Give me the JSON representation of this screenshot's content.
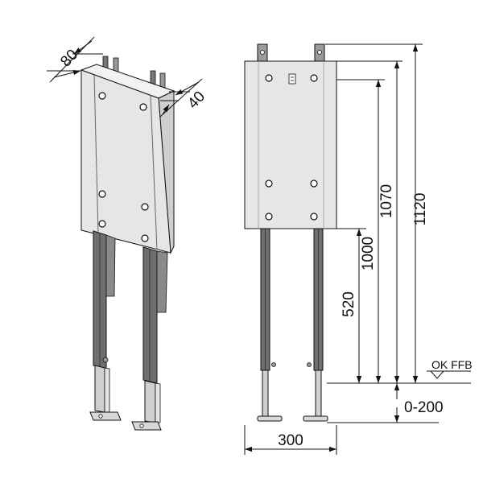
{
  "dimensions": {
    "depth_frame": "80",
    "depth_panel": "40",
    "width": "300",
    "height_total": "1120",
    "height_1070": "1070",
    "height_1000": "1000",
    "height_520": "520",
    "floor_label": "OK FFB",
    "adjust_range": "0-200"
  },
  "colors": {
    "panel_face": "#e8e8e8",
    "panel_side": "#cfcfcf",
    "leg_dark": "#6f6f6f",
    "leg_light": "#bdbdbd",
    "outline": "#111111"
  }
}
